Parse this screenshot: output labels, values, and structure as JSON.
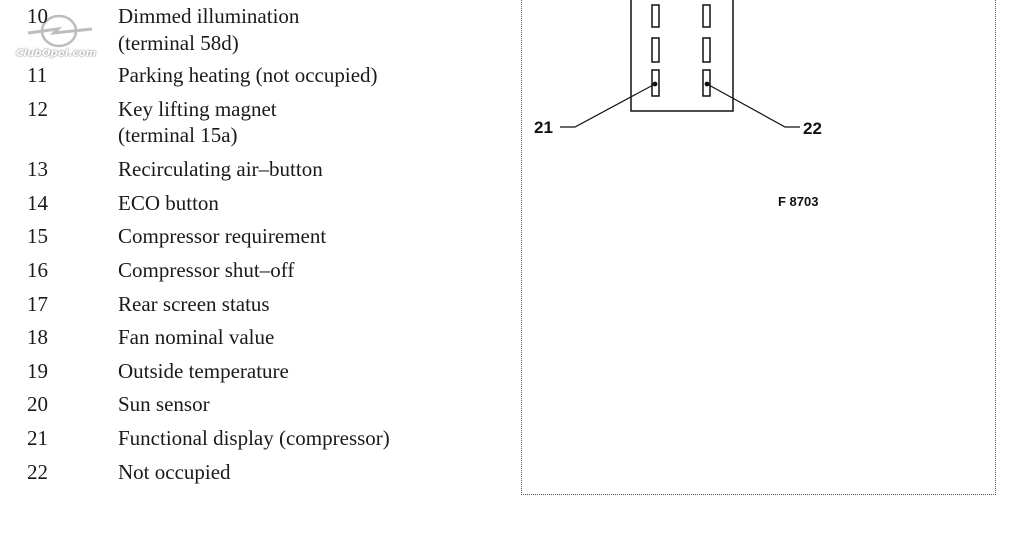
{
  "watermark": {
    "text": "ClubOpel.com"
  },
  "legend": [
    {
      "num": "10",
      "lines": [
        "Dimmed illumination",
        "(terminal 58d)"
      ]
    },
    {
      "num": "11",
      "lines": [
        "Parking heating (not occupied)"
      ]
    },
    {
      "num": "12",
      "lines": [
        "Key lifting magnet",
        "(terminal 15a)"
      ]
    },
    {
      "num": "13",
      "lines": [
        "Recirculating air–button"
      ]
    },
    {
      "num": "14",
      "lines": [
        "ECO button"
      ]
    },
    {
      "num": "15",
      "lines": [
        "Compressor requirement"
      ]
    },
    {
      "num": "16",
      "lines": [
        "Compressor shut–off"
      ]
    },
    {
      "num": "17",
      "lines": [
        "Rear screen status"
      ]
    },
    {
      "num": "18",
      "lines": [
        "Fan nominal value"
      ]
    },
    {
      "num": "19",
      "lines": [
        "Outside temperature"
      ]
    },
    {
      "num": "20",
      "lines": [
        "Sun sensor"
      ]
    },
    {
      "num": "21",
      "lines": [
        "Functional display (compressor)"
      ]
    },
    {
      "num": "22",
      "lines": [
        "Not occupied"
      ]
    }
  ],
  "diagram": {
    "callout_left": "21",
    "callout_right": "22",
    "figure_ref": "F 8703"
  }
}
